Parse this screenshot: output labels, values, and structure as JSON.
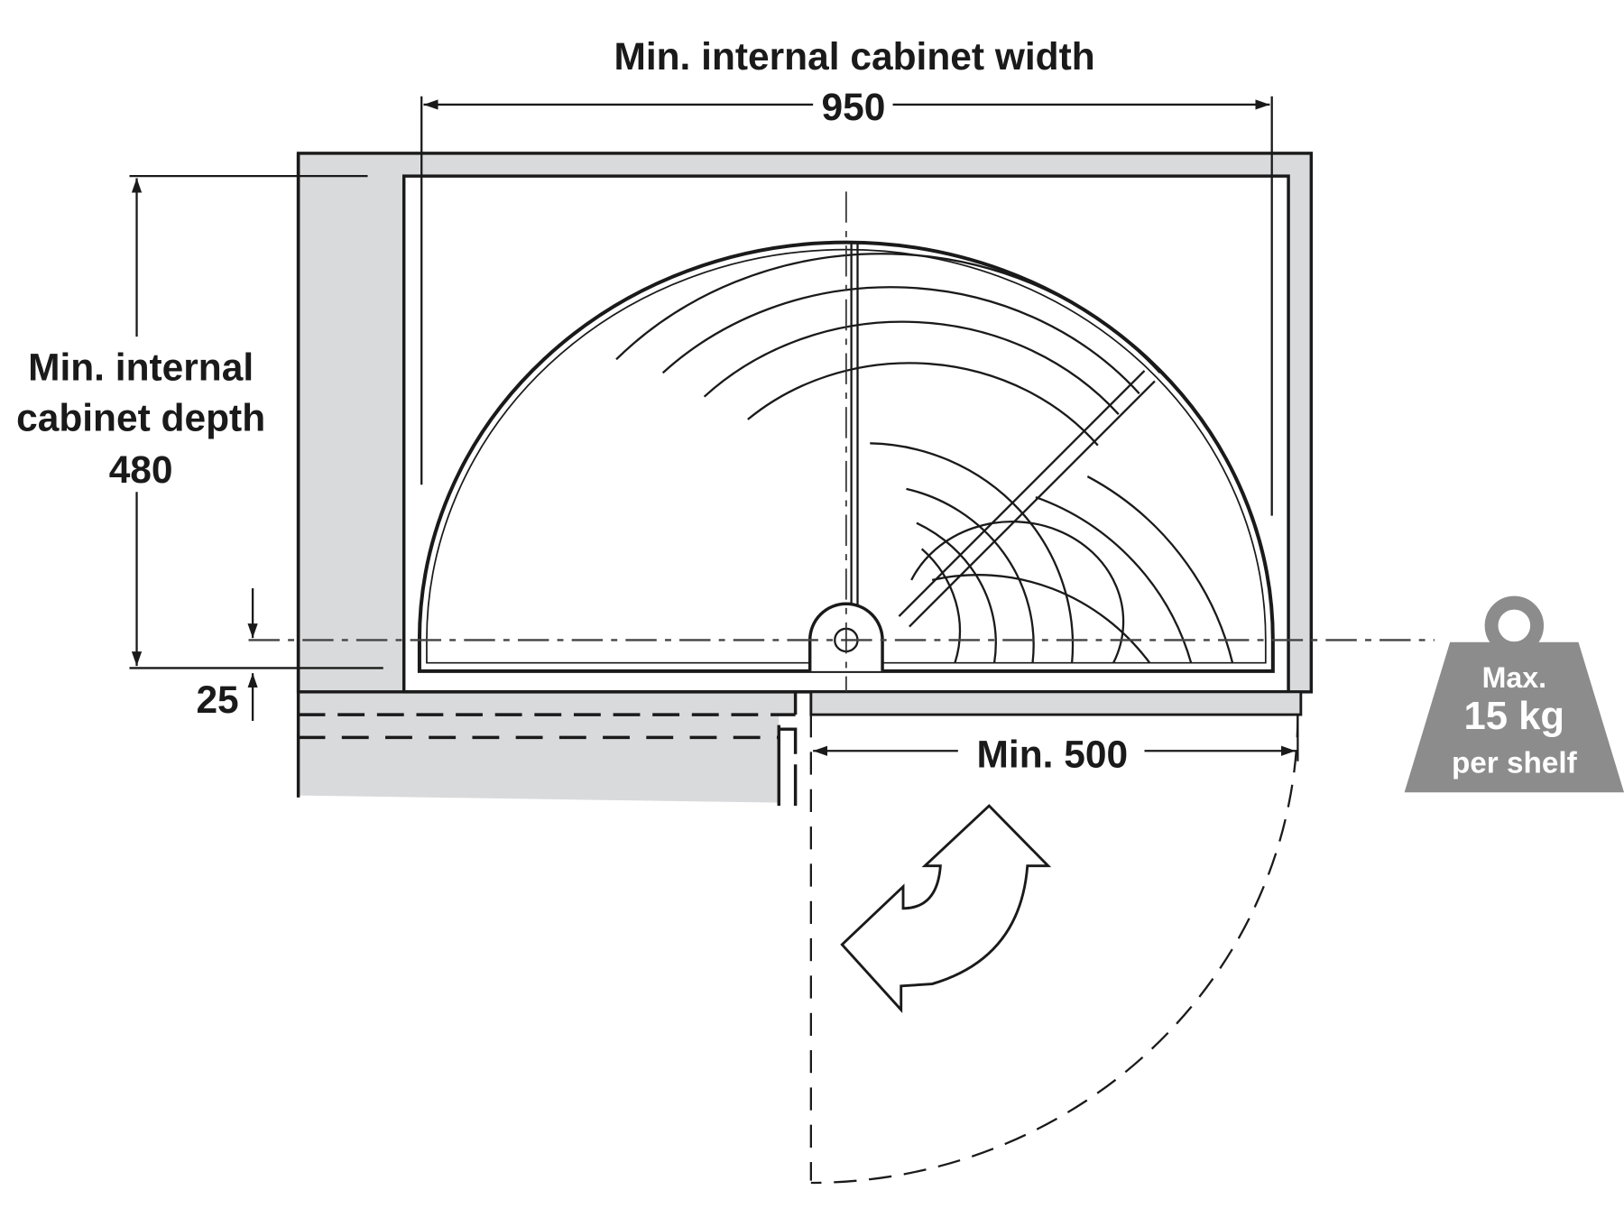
{
  "dimensions": {
    "width_label": "Min. internal cabinet width",
    "width_value": "950",
    "depth_label_line1": "Min. internal",
    "depth_label_line2": "cabinet depth",
    "depth_value": "480",
    "offset_value": "25",
    "door_label": "Min. 500"
  },
  "weight": {
    "line1": "Max.",
    "line2": "15 kg",
    "line3": "per shelf",
    "color": "#8c8c8c"
  },
  "colors": {
    "panel": "#d9dadc",
    "line": "#1a1a1a"
  }
}
